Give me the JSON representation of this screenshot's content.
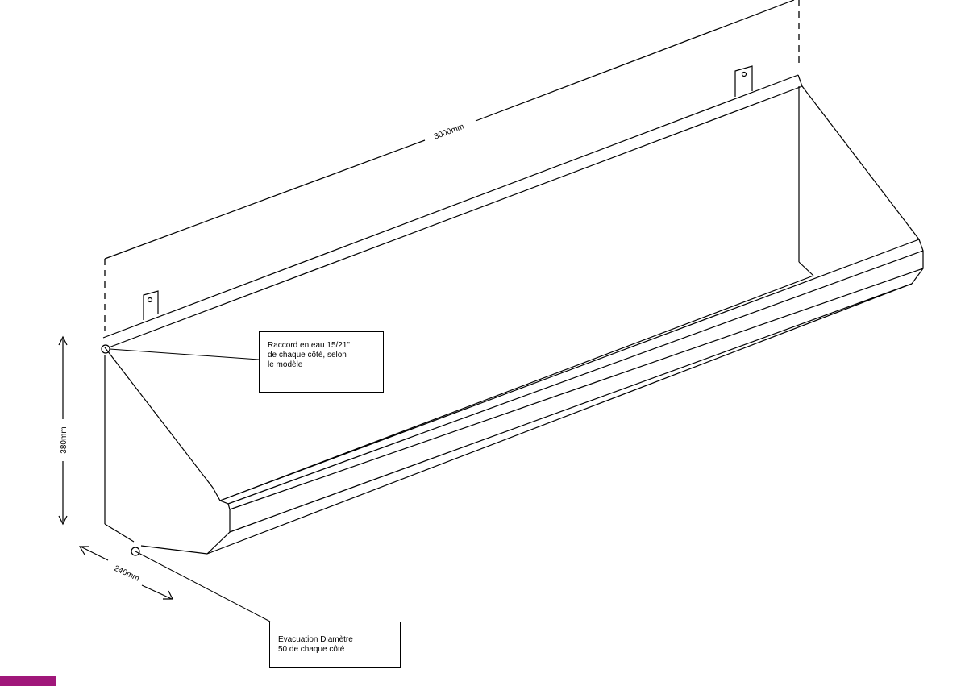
{
  "dimensions": {
    "length": "3000mm",
    "height": "380mm",
    "depth": "240mm"
  },
  "callouts": {
    "water_connection": [
      "Raccord en eau 15/21\"",
      "de chaque côté, selon",
      "le modèle"
    ],
    "drain": [
      "Evacuation Diamètre",
      "50 de chaque côté"
    ]
  },
  "colors": {
    "line": "#000000",
    "background": "#ffffff",
    "accent": "#a0177a"
  }
}
